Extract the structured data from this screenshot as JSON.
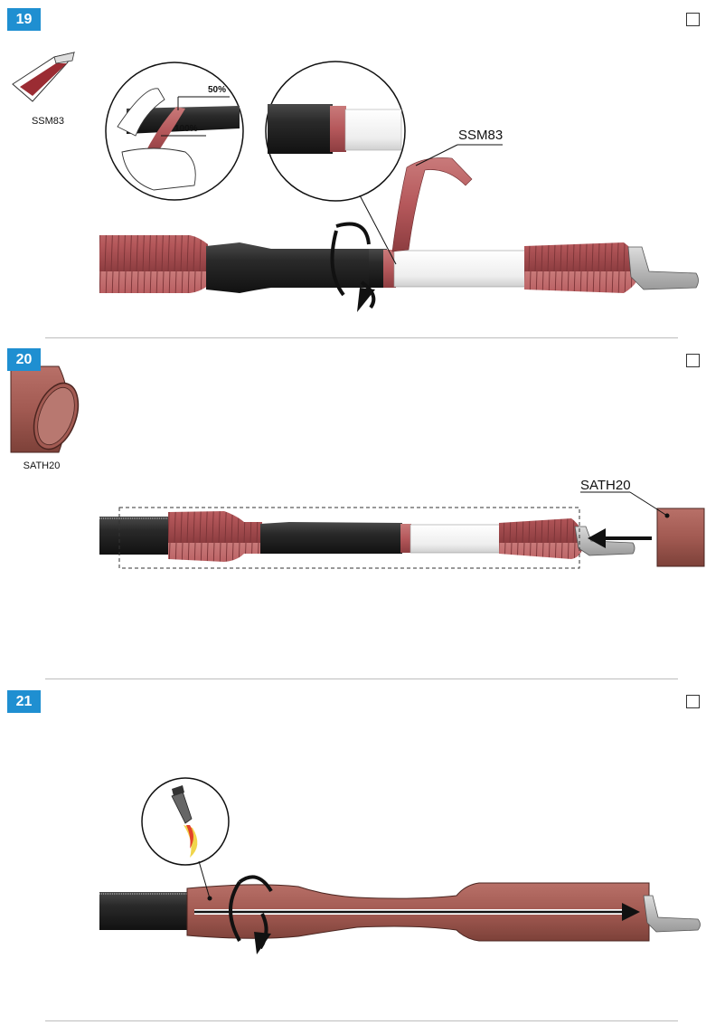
{
  "steps": [
    {
      "number": "19",
      "material_label": "SSM83",
      "callout_label": "SSM83",
      "overlap_top": "50%",
      "overlap_bottom": "100%"
    },
    {
      "number": "20",
      "material_label": "SATH20",
      "callout_label": "SATH20"
    },
    {
      "number": "21"
    }
  ],
  "colors": {
    "badge": "#1f8fd1",
    "tape_red": "#b5585b",
    "cable_black": "#222222",
    "insulation_white": "#f4f4f4",
    "tube_brown": "#a8605a",
    "lug_grey": "#b8b8b8"
  }
}
